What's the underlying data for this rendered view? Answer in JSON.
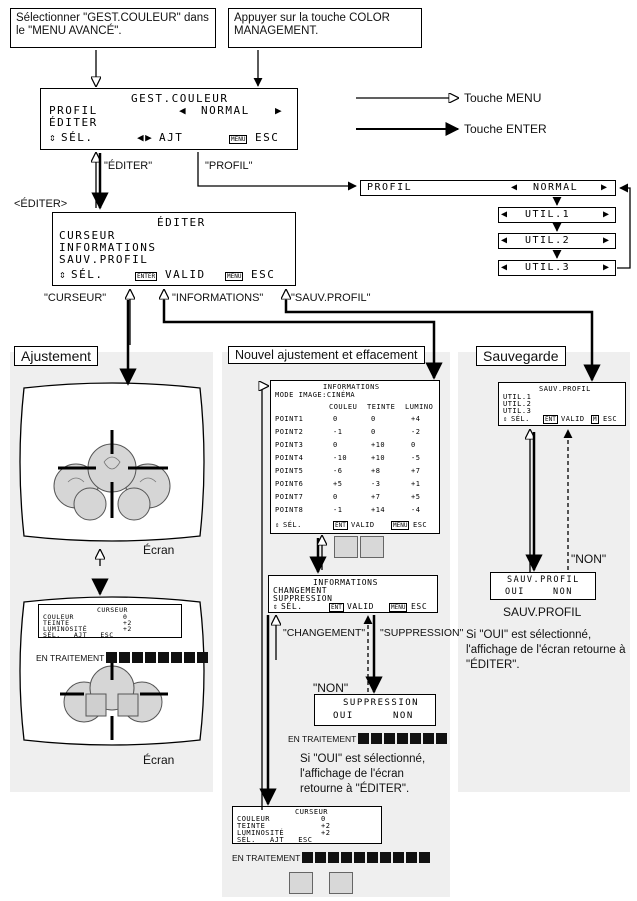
{
  "notes": {
    "top_left": "Sélectionner \"GEST.COULEUR\" dans le \"MENU AVANCÉ\".",
    "top_right": "Appuyer sur la touche COLOR MANAGEMENT."
  },
  "legend": {
    "menu_key": "Touche MENU",
    "enter_key": "Touche ENTER"
  },
  "gest_screen": {
    "title": "GEST.COULEUR",
    "row_profil": "PROFIL",
    "profil_value": "NORMAL",
    "row_editer": "ÉDITER",
    "sel": "SÉL.",
    "ajt": "AJT",
    "menu_chip": "MENU",
    "esc": "ESC"
  },
  "labels": {
    "editer_q": "\"ÉDITER\"",
    "profil_q": "\"PROFIL\"",
    "editer_tag": "<ÉDITER>",
    "curseur_q": "\"CURSEUR\"",
    "informations_q": "\"INFORMATIONS\"",
    "sauv_profil_q": "\"SAUV.PROFIL\"",
    "changement_q": "\"CHANGEMENT\"",
    "suppression_q": "\"SUPPRESSION\"",
    "non_q_mid": "\"NON\"",
    "non_q_right": "\"NON\"",
    "ecran_1": "Écran",
    "ecran_2": "Écran",
    "sauv_caption": "SAUV.PROFIL"
  },
  "profil_bar": {
    "label": "PROFIL",
    "value": "NORMAL",
    "options": [
      "UTIL.1",
      "UTIL.2",
      "UTIL.3"
    ]
  },
  "editer_screen": {
    "title": "ÉDITER",
    "items": [
      "CURSEUR",
      "INFORMATIONS",
      "SAUV.PROFIL"
    ],
    "sel": "SÉL.",
    "enter_chip": "ENTER",
    "valid": "VALID",
    "menu_chip": "MENU",
    "esc": "ESC"
  },
  "panels": {
    "ajustement": "Ajustement",
    "nouvel": "Nouvel ajustement et effacement",
    "sauvegarde": "Sauvegarde"
  },
  "curseur_small": {
    "title": "CURSEUR",
    "rows": [
      "COULEUR",
      "TEINTE",
      "LUMINOSITÉ"
    ],
    "values": [
      "0",
      "+2",
      "+2"
    ],
    "footer": "SÉL.   AJT   ESC"
  },
  "en_traitement": "EN TRAITEMENT",
  "info_screen": {
    "title": "INFORMATIONS",
    "mode": "MODE IMAGE:CINÉMA",
    "headers": [
      "COULEU",
      "TEINTE",
      "LUMINO"
    ],
    "rows": [
      [
        "POINT1",
        "0",
        "0",
        "+4"
      ],
      [
        "POINT2",
        "-1",
        "0",
        "-2"
      ],
      [
        "POINT3",
        "0",
        "+10",
        "0"
      ],
      [
        "POINT4",
        "-10",
        "+10",
        "-5"
      ],
      [
        "POINT5",
        "-6",
        "+8",
        "+7"
      ],
      [
        "POINT6",
        "+5",
        "-3",
        "+1"
      ],
      [
        "POINT7",
        "0",
        "+7",
        "+5"
      ],
      [
        "POINT8",
        "-1",
        "+14",
        "-4"
      ]
    ],
    "footer_sel": "SÉL.",
    "footer_valid": "VALID",
    "footer_esc": "ESC"
  },
  "info_menu": {
    "title": "INFORMATIONS",
    "items": [
      "CHANGEMENT",
      "SUPPRESSION"
    ],
    "footer_sel": "SÉL.",
    "footer_valid": "VALID",
    "footer_esc": "ESC"
  },
  "suppr_dialog": {
    "title": "SUPPRESSION",
    "oui": "OUI",
    "non": "NON"
  },
  "oui_note_mid": "Si \"OUI\" est sélectionné, l'affichage de l'écran retourne à \"ÉDITER\".",
  "sauv_screen": {
    "title": "SAUV.PROFIL",
    "items": [
      "UTIL.1",
      "UTIL.2",
      "UTIL.3"
    ],
    "footer_sel": "SÉL.",
    "footer_valid": "VALID",
    "footer_esc": "ESC"
  },
  "sauv_dialog": {
    "title": "SAUV.PROFIL",
    "oui": "OUI",
    "non": "NON"
  },
  "oui_note_right": "Si \"OUI\" est sélectionné, l'affichage de l'écran retourne à \"ÉDITER\"."
}
